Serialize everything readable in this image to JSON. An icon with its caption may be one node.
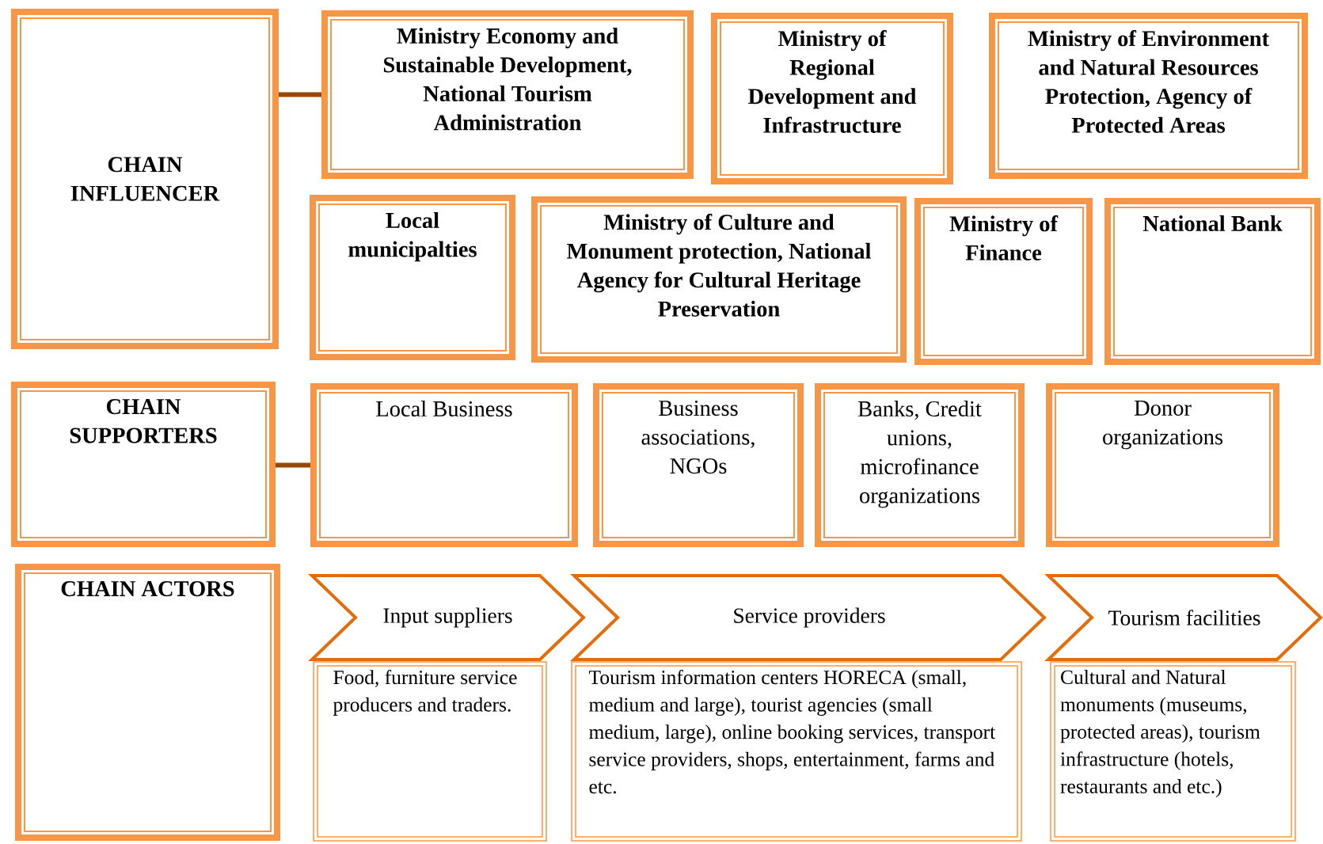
{
  "diagram": {
    "nodes": [
      {
        "text": [
          "CHAIN INFLUENCER"
        ]
      },
      {
        "text": [
          "Ministry Economy and Sustainable Development, National Tourism Administration"
        ]
      },
      {
        "text": [
          "Ministry of Regional Development and Infrastructure"
        ]
      },
      {
        "text": [
          "Ministry of Environment and Natural Resources Protection, Agency of Protected Areas"
        ]
      },
      {
        "text": [
          "Local municipalties"
        ]
      },
      {
        "text": [
          "Ministry of Culture and Monument protection, National Agency for Cultural Heritage Preservation"
        ]
      },
      {
        "text": [
          "Ministry of Finance"
        ]
      },
      {
        "text": [
          "National Bank"
        ]
      },
      {
        "text": [
          "CHAIN SUPPORTERS"
        ]
      },
      {
        "text": [
          "Local Business"
        ]
      },
      {
        "text": [
          "Business associations, NGOs"
        ]
      },
      {
        "text": [
          "Banks, Credit unions, microfinance organizations"
        ]
      },
      {
        "text": [
          "Donor organizations"
        ]
      },
      {
        "text": [
          "CHAIN ACTORS"
        ]
      },
      {
        "text": [
          "Input suppliers"
        ]
      },
      {
        "text": [
          "Food, furniture service producers and traders."
        ]
      },
      {
        "text": [
          "Service providers"
        ]
      },
      {
        "text": [
          "Tourism information centers HORECA (small, medium and large), tourist agencies (small medium, large), online booking services, transport service providers, shops, entertainment, farms and etc."
        ]
      },
      {
        "text": [
          "Tourism facilities"
        ]
      },
      {
        "text": [
          "Cultural and Natural monuments (museums, protected areas), tourism infrastructure (hotels, restaurants and etc.)"
        ]
      }
    ],
    "edges": [
      {
        "from": 0,
        "to": 1,
        "arrow": "none"
      },
      {
        "from": 8,
        "to": 9,
        "arrow": "none"
      }
    ]
  }
}
